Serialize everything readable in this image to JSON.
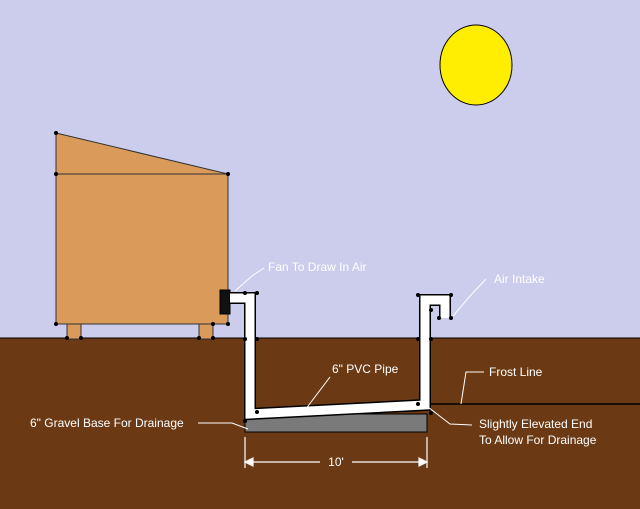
{
  "labels": {
    "fan": "Fan To Draw In Air",
    "air_intake": "Air Intake",
    "pvc_pipe": "6\" PVC Pipe",
    "frost_line": "Frost Line",
    "gravel_base": "6\" Gravel Base For Drainage",
    "elevated_end_line1": "Slightly Elevated End",
    "elevated_end_line2": "To Allow For Drainage",
    "dimension": "10'"
  },
  "colors": {
    "sky": "#ccccec",
    "ground": "#6b3a14",
    "shed": "#d99a5a",
    "sun": "#ffee00",
    "pipe": "#ffffff",
    "gravel": "#7a7a7a",
    "outline": "#000000"
  }
}
